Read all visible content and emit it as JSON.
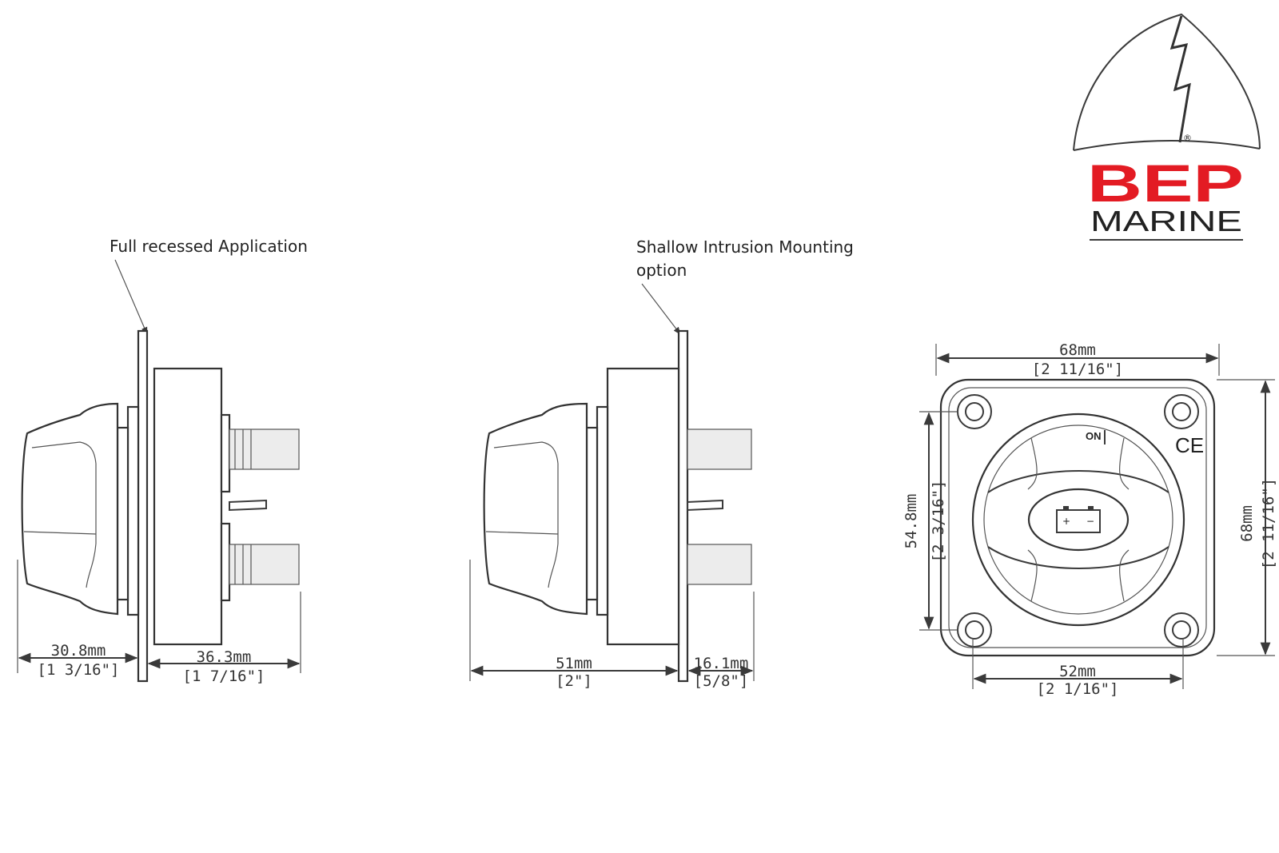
{
  "views": {
    "full_recessed": {
      "caption": "Full recessed Application",
      "dim_left_mm": "30.8mm",
      "dim_left_in": "[1 3/16\"]",
      "dim_right_mm": "36.3mm",
      "dim_right_in": "[1 7/16\"]"
    },
    "shallow": {
      "caption_line1": "Shallow Intrusion Mounting",
      "caption_line2": "option",
      "dim_left_mm": "51mm",
      "dim_left_in": "[2\"]",
      "dim_right_mm": "16.1mm",
      "dim_right_in": "[5/8\"]"
    },
    "front": {
      "width_mm": "68mm",
      "width_in": "[2 11/16\"]",
      "height_mm": "68mm",
      "height_in": "[2 11/16\"]",
      "hole_mm": "54.8mm",
      "hole_in": "[2 3/16\"]",
      "bottom_mm": "52mm",
      "bottom_in": "[2 1/16\"]",
      "on_label": "ON",
      "ce_mark": "CE",
      "battery_plus": "+",
      "battery_minus": "−"
    }
  },
  "logo": {
    "brand_top": "BEP",
    "brand_bottom": "MARINE",
    "registered": "®",
    "accent_color": "#e31b23"
  },
  "colors": {
    "line": "#3a3a3a",
    "stud_fill": "#ececec"
  }
}
